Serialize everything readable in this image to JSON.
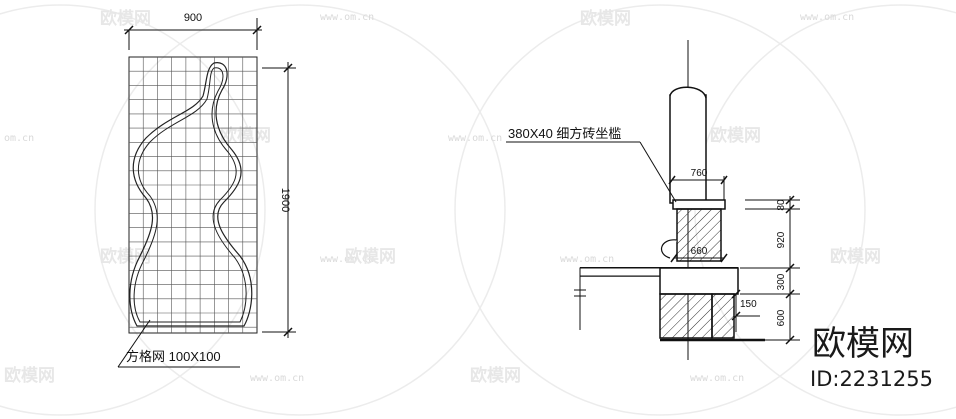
{
  "watermark": {
    "brand_text": "欧模网",
    "url_text": "www.om.cn",
    "url_short": "om.cn"
  },
  "left_drawing": {
    "width_label": "900",
    "height_label": "1900",
    "grid_callout": "方格网 100X100"
  },
  "right_drawing": {
    "material_callout": "380X40 细方砖坐槛",
    "dim_760": "760",
    "dim_660": "660",
    "dim_80": "80",
    "dim_920": "920",
    "dim_300": "300",
    "dim_600": "600",
    "dim_150": "150"
  },
  "branding": {
    "logo_text": "欧模网",
    "id_text": "ID:2231255"
  }
}
